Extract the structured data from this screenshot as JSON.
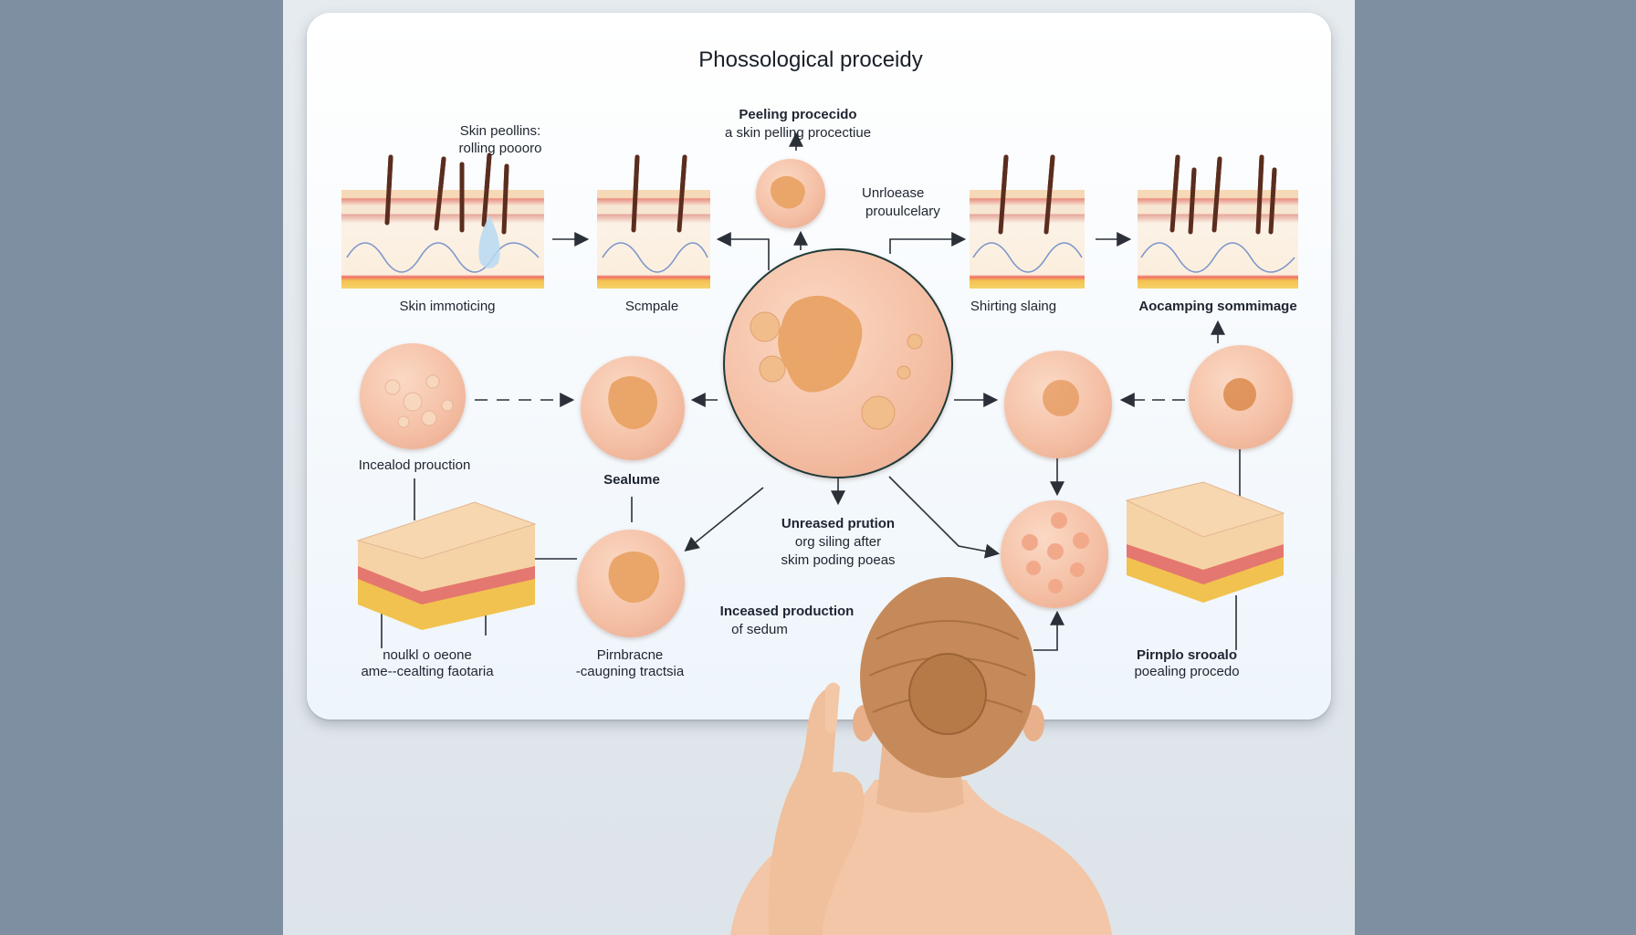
{
  "title": "Phossological proceidy",
  "labels": {
    "skin_peeling_1": "Skin peollins:",
    "skin_peeling_2": "rolling poooro",
    "peeling_top_1": "Peeling procecido",
    "peeling_top_2": "a skin pelling procectiue",
    "unrelease_1": "Unrloease",
    "unrelease_2": "prouulcelary",
    "skin_irritation": "Skin immoticing",
    "sample": "Scmpale",
    "shirting": "Shirting slaing",
    "accepting": "Aocamping sommimage",
    "increased_production": "Incealod prouction",
    "sealume": "Sealume",
    "unrleased_1": "Unreased prution",
    "unrleased_2": "org siling after",
    "unrleased_3": "skim poding poeas",
    "increased_sebum_1": "Inceased production",
    "increased_sebum_2": "of sedum",
    "acne_1": "noulkl o    oeone",
    "acne_2": "ame--cealting faotaria",
    "pimple_acne_1": "Pirnbracne",
    "pimple_acne_2": "-caugning tractsia",
    "pimple_1": "Pirnplo srooalo",
    "pimple_2": "poealing procedo"
  }
}
